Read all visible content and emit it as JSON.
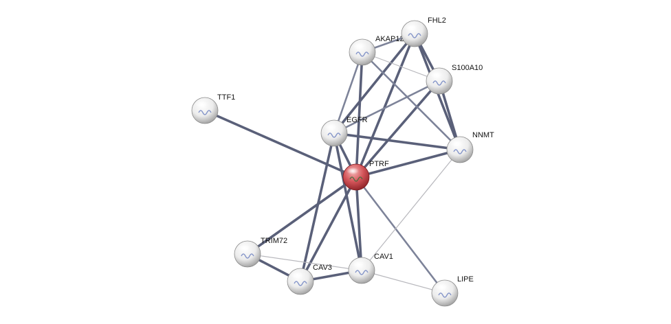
{
  "network": {
    "nodes": [
      {
        "id": "PTRF",
        "label": "PTRF",
        "query": true
      },
      {
        "id": "EGFR",
        "label": "EGFR"
      },
      {
        "id": "AKAP12",
        "label": "AKAP12"
      },
      {
        "id": "FHL2",
        "label": "FHL2"
      },
      {
        "id": "S100A10",
        "label": "S100A10"
      },
      {
        "id": "NNMT",
        "label": "NNMT"
      },
      {
        "id": "TTF1",
        "label": "TTF1"
      },
      {
        "id": "TRIM72",
        "label": "TRIM72"
      },
      {
        "id": "CAV3",
        "label": "CAV3"
      },
      {
        "id": "CAV1",
        "label": "CAV1"
      },
      {
        "id": "LIPE",
        "label": "LIPE"
      }
    ],
    "edges": [
      {
        "source": "PTRF",
        "target": "TTF1",
        "strength": "strong"
      },
      {
        "source": "PTRF",
        "target": "EGFR",
        "strength": "strong"
      },
      {
        "source": "PTRF",
        "target": "AKAP12",
        "strength": "strong"
      },
      {
        "source": "PTRF",
        "target": "FHL2",
        "strength": "strong"
      },
      {
        "source": "PTRF",
        "target": "S100A10",
        "strength": "strong"
      },
      {
        "source": "PTRF",
        "target": "NNMT",
        "strength": "strong"
      },
      {
        "source": "PTRF",
        "target": "TRIM72",
        "strength": "strong"
      },
      {
        "source": "PTRF",
        "target": "CAV3",
        "strength": "strong"
      },
      {
        "source": "PTRF",
        "target": "CAV1",
        "strength": "strong"
      },
      {
        "source": "PTRF",
        "target": "LIPE",
        "strength": "medium"
      },
      {
        "source": "EGFR",
        "target": "AKAP12",
        "strength": "medium"
      },
      {
        "source": "EGFR",
        "target": "FHL2",
        "strength": "strong"
      },
      {
        "source": "EGFR",
        "target": "S100A10",
        "strength": "medium"
      },
      {
        "source": "EGFR",
        "target": "NNMT",
        "strength": "strong"
      },
      {
        "source": "EGFR",
        "target": "CAV3",
        "strength": "strong"
      },
      {
        "source": "EGFR",
        "target": "CAV1",
        "strength": "strong"
      },
      {
        "source": "AKAP12",
        "target": "FHL2",
        "strength": "medium"
      },
      {
        "source": "AKAP12",
        "target": "S100A10",
        "strength": "weak"
      },
      {
        "source": "AKAP12",
        "target": "NNMT",
        "strength": "medium"
      },
      {
        "source": "FHL2",
        "target": "S100A10",
        "strength": "strong"
      },
      {
        "source": "FHL2",
        "target": "NNMT",
        "strength": "strong"
      },
      {
        "source": "S100A10",
        "target": "NNMT",
        "strength": "strong"
      },
      {
        "source": "NNMT",
        "target": "CAV1",
        "strength": "weak"
      },
      {
        "source": "TRIM72",
        "target": "CAV3",
        "strength": "strong"
      },
      {
        "source": "TRIM72",
        "target": "CAV1",
        "strength": "weak"
      },
      {
        "source": "CAV3",
        "target": "CAV1",
        "strength": "strong"
      },
      {
        "source": "CAV1",
        "target": "LIPE",
        "strength": "weak"
      }
    ],
    "colors": {
      "edge_strong": "#5a6079",
      "edge_medium": "#7d8399",
      "edge_weak": "#b8b8bd",
      "node_default": "#f2f2f2",
      "node_query": "#c8404a",
      "label": "#111111"
    }
  }
}
